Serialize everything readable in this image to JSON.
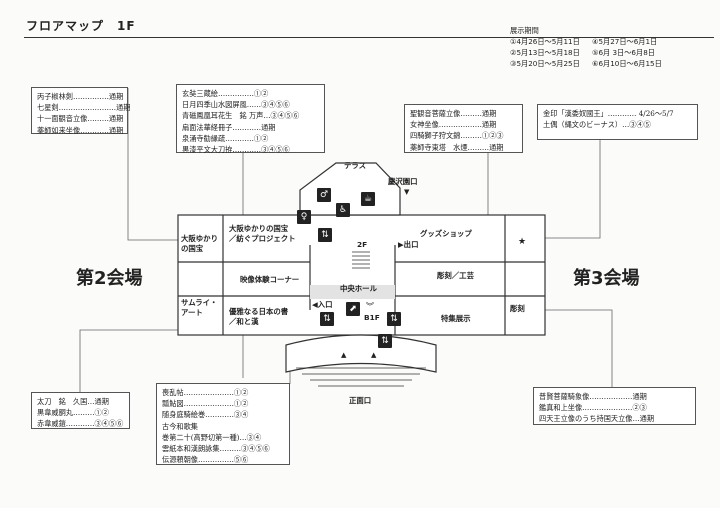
{
  "title": "フロアマップ　1F",
  "periods": {
    "heading": "展示期間",
    "items": [
      "①4月26日～5月11日",
      "④5月27日～6月1日",
      "②5月13日～5月18日",
      "⑤6月 3日～6月8日",
      "③5月20日～5月25日",
      "⑥6月10日～6月15日"
    ]
  },
  "halls": {
    "left": "第2会場",
    "right": "第3会場"
  },
  "box_left_top": [
    "丙子椒林剣……………通期",
    "七星剣……………………通期",
    "十一面観音立像………通期",
    "薬師如来坐像…………通期"
  ],
  "box_center_top": [
    "玄奘三蔵絵……………①②",
    "日月四季山水図屏風……③④⑤⑥",
    "青磁鳳凰耳花生　銘 万声…③④⑤⑥",
    "扇面法華経冊子…………通期",
    "泉涌寺勧縁疏…………①②",
    "黒漆平文大刀拵…………③④⑤⑥"
  ],
  "box_mid_right": [
    "聖観音菩薩立像………通期",
    "女神坐像………………通期",
    "四騎獅子狩文錦………①②③",
    "薬師寺東塔　水煙………通期"
  ],
  "box_right_top": [
    "金印「漢委奴國王」………… 4/26～5/7",
    "土偶（縄文のビーナス）…③④⑤"
  ],
  "box_left_bottom": [
    "太刀　銘　久国…通期",
    "黒韋威胴丸………①②",
    "赤韋威鎧…………③④⑤⑥"
  ],
  "box_center_bottom": [
    "喪乱帖…………………①②",
    "瓢鮎図…………………①②",
    "随身庭騎絵巻…………③④",
    "古今和歌集",
    "巻第二十(高野切第一種)…③④",
    "雲紙本和漢朗詠集………③④⑤⑥",
    "伝源頼朝像……………⑤⑥"
  ],
  "box_right_bottom": [
    "普賢菩薩騎象像………………通期",
    "鑑真和上坐像…………………②③",
    "四天王立像のうち持国天立像…通期"
  ],
  "map": {
    "terrace": "テラス",
    "keitakuen": "慶沢園口",
    "osaka_kokuho": [
      "大阪ゆかり",
      "の国宝"
    ],
    "osaka_project": [
      "大阪ゆかりの国宝",
      "／紡ぐプロジェクト"
    ],
    "eizo": "映像体験コーナー",
    "samurai": [
      "サムライ・",
      "アート"
    ],
    "yuga": [
      "優雅なる日本の書",
      "／和と漢"
    ],
    "goods": "グッズショップ",
    "exit": "▶出口",
    "chokoku_kogei": "彫刻／工芸",
    "chokoku": "彫刻",
    "tokushu": "特集展示",
    "central_hall": "中央ホール",
    "entrance_arrow": "◀入口",
    "f2": "2F",
    "b1f": "B1F",
    "main_entrance": "正面口",
    "star": "★"
  }
}
